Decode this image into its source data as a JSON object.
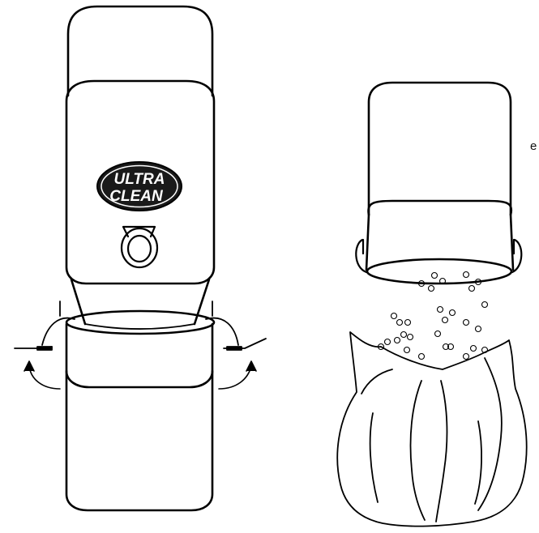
{
  "figure": {
    "edge_text": "e",
    "logo": {
      "line1": "ULTRA",
      "line2": "CLEAN",
      "mark": "."
    },
    "colors": {
      "stroke": "#000000",
      "background": "#ffffff",
      "logo_fill": "#1a1a1a"
    }
  },
  "left_unit": {
    "name": "central-vacuum-unit",
    "parts": [
      "motor-cover",
      "body-with-logo",
      "inlet-valve",
      "clamp-latches",
      "dirt-canister"
    ],
    "arrows": [
      "rotate-left-up",
      "rotate-right-up"
    ]
  },
  "right_unit": {
    "name": "canister-emptying",
    "parts": [
      "canister-bucket",
      "falling-debris",
      "filter-bag"
    ]
  }
}
